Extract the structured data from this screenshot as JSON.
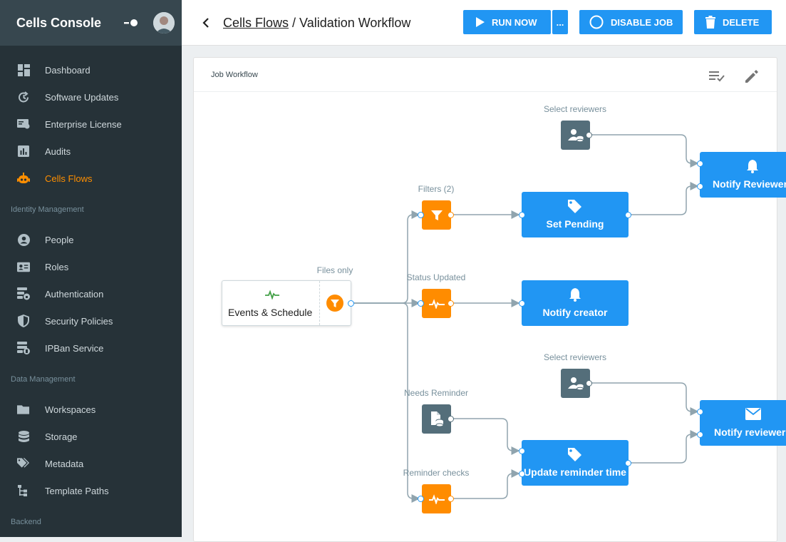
{
  "colors": {
    "accent": "#2196f3",
    "orange": "#ff8c00",
    "sidebar": "#263238",
    "active": "#ff8f00",
    "action_grey": "#546e7a"
  },
  "sidebar": {
    "title": "Cells Console",
    "items": [
      {
        "label": "Dashboard",
        "icon": "dashboard-icon"
      },
      {
        "label": "Software Updates",
        "icon": "update-icon"
      },
      {
        "label": "Enterprise License",
        "icon": "license-icon"
      },
      {
        "label": "Audits",
        "icon": "audits-icon"
      },
      {
        "label": "Cells Flows",
        "icon": "robot-icon",
        "active": true
      }
    ],
    "section_identity": "Identity Management",
    "identity_items": [
      {
        "label": "People",
        "icon": "person-icon"
      },
      {
        "label": "Roles",
        "icon": "roles-icon"
      },
      {
        "label": "Authentication",
        "icon": "authentication-icon"
      },
      {
        "label": "Security Policies",
        "icon": "shield-icon"
      },
      {
        "label": "IPBan Service",
        "icon": "ipban-icon"
      }
    ],
    "section_data": "Data Management",
    "data_items": [
      {
        "label": "Workspaces",
        "icon": "folder-icon"
      },
      {
        "label": "Storage",
        "icon": "database-icon"
      },
      {
        "label": "Metadata",
        "icon": "tags-icon"
      },
      {
        "label": "Template Paths",
        "icon": "tree-icon"
      }
    ],
    "section_backend": "Backend"
  },
  "header": {
    "breadcrumb_link": "Cells Flows",
    "breadcrumb_rest": " / Validation Workflow",
    "run_now": "RUN NOW",
    "more": "...",
    "disable_job": "DISABLE JOB",
    "delete": "DELETE"
  },
  "card": {
    "title": "Job Workflow"
  },
  "workflow": {
    "trigger_label": "Events & Schedule",
    "trigger_filter_caption": "Files only",
    "nodes": {
      "filters": "Filters (2)",
      "status_updated": "Status Updated",
      "needs_reminder": "Needs Reminder",
      "reminder_checks": "Reminder checks",
      "select_reviewers_top": "Select reviewers",
      "select_reviewers_bottom": "Select reviewers"
    },
    "actions": {
      "set_pending": "Set Pending",
      "notify_creator": "Notify creator",
      "update_reminder": "Update reminder time",
      "notify_reviewers_top": "Notify Reviewers",
      "notify_reviewers_bottom": "Notify reviewers"
    }
  }
}
